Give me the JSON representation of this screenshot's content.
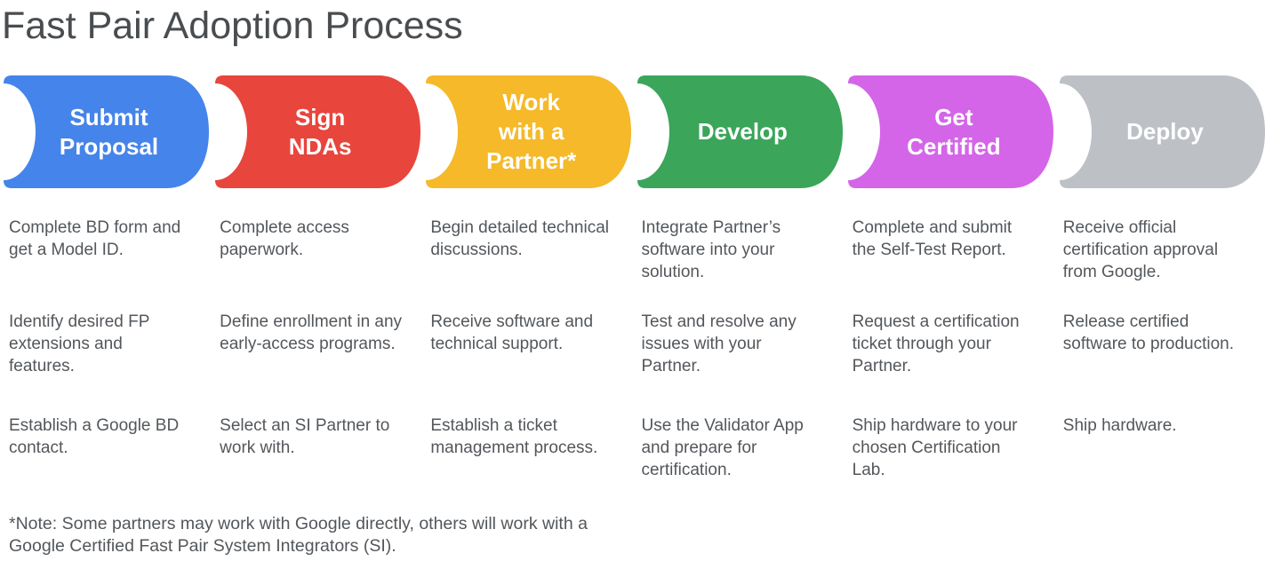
{
  "title": "Fast Pair Adoption Process",
  "note": "*Note: Some partners may work with Google directly, others will work with a\nGoogle Certified Fast Pair System Integrators (SI).",
  "stages": [
    {
      "label": "Submit\nProposal",
      "color": "#4584EA",
      "steps": [
        "Complete BD form and get a Model ID.",
        "Identify desired FP extensions and features.",
        "Establish a Google BD contact."
      ]
    },
    {
      "label": "Sign\nNDAs",
      "color": "#E8453C",
      "steps": [
        "Complete access paperwork.",
        "Define enrollment in any early-access programs.",
        "Select an SI Partner to work with."
      ]
    },
    {
      "label": "Work\nwith a\nPartner*",
      "color": "#F5B929",
      "steps": [
        "Begin detailed technical discussions.",
        "Receive software and technical support.",
        "Establish a ticket management process."
      ]
    },
    {
      "label": "Develop",
      "color": "#3BA55A",
      "steps": [
        "Integrate Partner’s software into your solution.",
        "Test and resolve any issues with your Partner.",
        "Use the Validator App and prepare for certification."
      ]
    },
    {
      "label": "Get\nCertified",
      "color": "#D465E8",
      "steps": [
        "Complete and submit the Self-Test Report.",
        "Request a certification ticket through your Partner.",
        "Ship hardware to your chosen Certification Lab."
      ]
    },
    {
      "label": "Deploy",
      "color": "#BDC1C6",
      "steps": [
        "Receive official certification approval from Google.",
        "Release certified software to production.",
        "Ship hardware."
      ]
    }
  ]
}
